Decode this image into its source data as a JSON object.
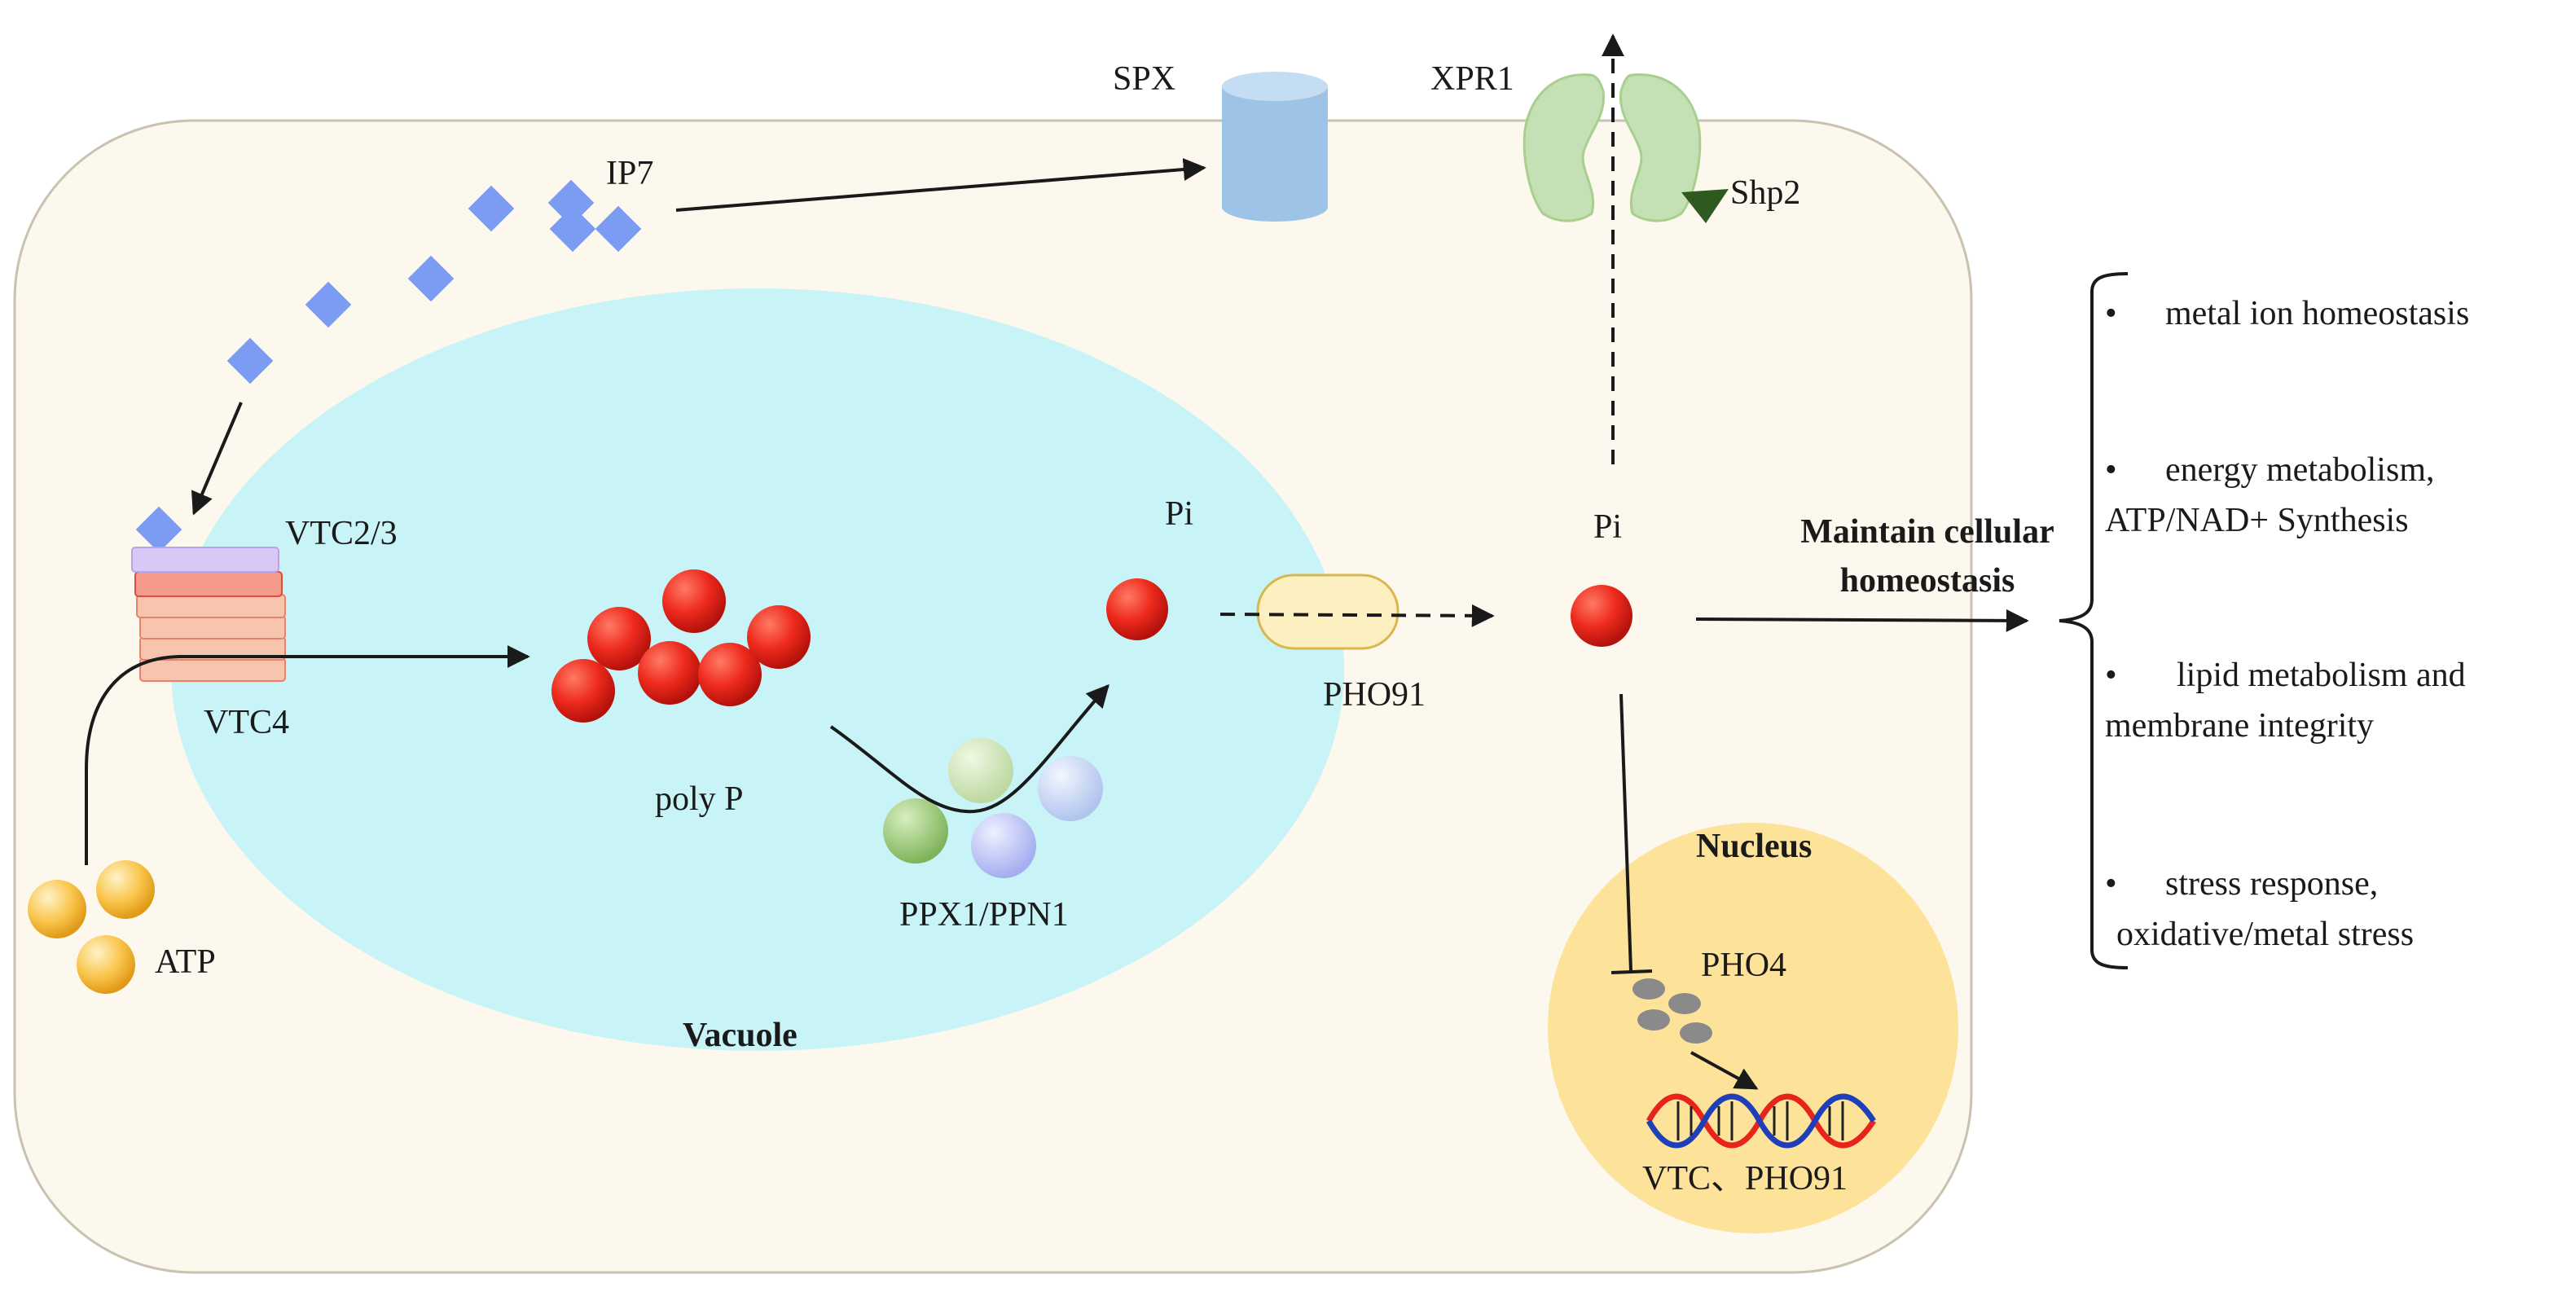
{
  "labels": {
    "spx": "SPX",
    "xpr1": "XPR1",
    "ip7": "IP7",
    "shp2": "Shp2",
    "vtc23": "VTC2/3",
    "vtc4": "VTC4",
    "atp": "ATP",
    "polyp": "poly P",
    "pi_vacuole": "Pi",
    "pi_cytosol": "Pi",
    "pho91": "PHO91",
    "ppx1": "PPX1/PPN1",
    "vacuole": "Vacuole",
    "nucleus": "Nucleus",
    "pho4": "PHO4",
    "genes": "VTC、PHO91",
    "maintain_line1": "Maintain cellular",
    "maintain_line2": "homeostasis"
  },
  "outcomes": [
    {
      "bullet": "•",
      "lines": [
        "metal ion homeostasis"
      ]
    },
    {
      "bullet": "•",
      "lines": [
        "energy metabolism,",
        "ATP/NAD+ Synthesis"
      ]
    },
    {
      "bullet": "•",
      "lines": [
        "lipid metabolism and",
        "membrane integrity"
      ]
    },
    {
      "bullet": "•",
      "lines": [
        "stress response,",
        "oxidative/metal stress"
      ]
    }
  ],
  "colors": {
    "cell": "#fcf8ee",
    "cell_border": "#c9c2b0",
    "vacuole": "#c8f4f8",
    "nucleus": "#fde29a",
    "ip7": "#7b9cf2",
    "pi": "#e8231c",
    "atp": "#f9c44a",
    "spx": "#9dc3e6",
    "xpr1": "#c5e0b4",
    "pho91": "#fdf0c0"
  }
}
